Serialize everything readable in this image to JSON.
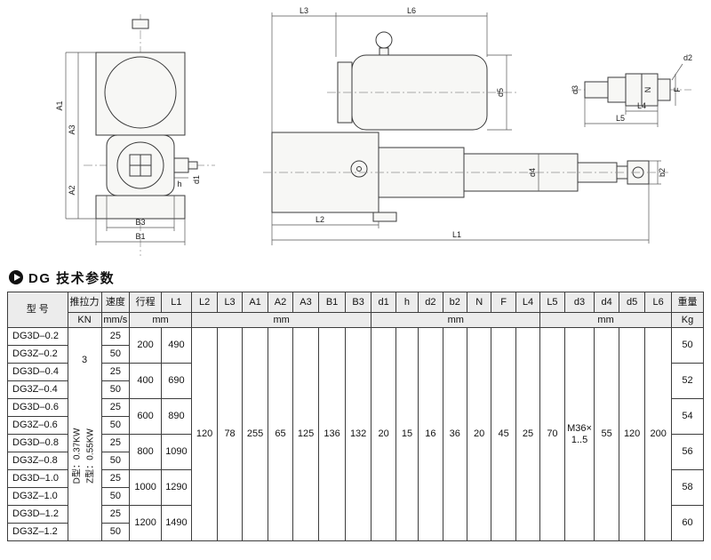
{
  "section": {
    "title": "DG 技术参数"
  },
  "drawing": {
    "front": {
      "A1": "A1",
      "A3": "A3",
      "A2": "A2",
      "B3": "B3",
      "B1": "B1",
      "h": "h",
      "d1": "d1"
    },
    "side": {
      "L3": "L3",
      "L6": "L6",
      "d5": "d5",
      "d4": "d4",
      "b2": "b2",
      "L2": "L2",
      "L1": "L1"
    },
    "detail": {
      "d2": "d2",
      "d3": "d3",
      "N": "N",
      "F": "F",
      "L4": "L4",
      "L5": "L5"
    }
  },
  "table": {
    "headers": {
      "model": "型 号",
      "force": "推拉力",
      "speed": "速度",
      "stroke": "行程",
      "L1": "L1",
      "L2": "L2",
      "L3": "L3",
      "A1": "A1",
      "A2": "A2",
      "A3": "A3",
      "B1": "B1",
      "B3": "B3",
      "d1": "d1",
      "h": "h",
      "d2": "d2",
      "b2": "b2",
      "N": "N",
      "F": "F",
      "L4": "L4",
      "L5": "L5",
      "d3": "d3",
      "d4": "d4",
      "d5": "d5",
      "L6": "L6",
      "weight": "重量"
    },
    "units": {
      "kn": "KN",
      "mms": "mm/s",
      "mm1": "mm",
      "mm2": "mm",
      "mm3": "mm",
      "mm4": "mm",
      "kg": "Kg"
    },
    "force": "3",
    "power_note": "D型：0.37KW\nZ型：0.55KW",
    "shared": {
      "L2": "120",
      "L3": "78",
      "A1": "255",
      "A2": "65",
      "A3": "125",
      "B1": "136",
      "B3": "132",
      "d1": "20",
      "h": "15",
      "d2": "16",
      "b2": "36",
      "N": "20",
      "F": "45",
      "L4": "25",
      "L5": "70",
      "d3": "M36×\n1..5",
      "d4": "55",
      "d5": "120",
      "L6": "200"
    },
    "groups": [
      {
        "stroke": "200",
        "l1": "490",
        "weight": "50"
      },
      {
        "stroke": "400",
        "l1": "690",
        "weight": "52"
      },
      {
        "stroke": "600",
        "l1": "890",
        "weight": "54"
      },
      {
        "stroke": "800",
        "l1": "1090",
        "weight": "56"
      },
      {
        "stroke": "1000",
        "l1": "1290",
        "weight": "58"
      },
      {
        "stroke": "1200",
        "l1": "1490",
        "weight": "60"
      }
    ],
    "rows": [
      {
        "model": "DG3D–0.2",
        "speed": "25"
      },
      {
        "model": "DG3Z–0.2",
        "speed": "50"
      },
      {
        "model": "DG3D–0.4",
        "speed": "25"
      },
      {
        "model": "DG3Z–0.4",
        "speed": "50"
      },
      {
        "model": "DG3D–0.6",
        "speed": "25"
      },
      {
        "model": "DG3Z–0.6",
        "speed": "50"
      },
      {
        "model": "DG3D–0.8",
        "speed": "25"
      },
      {
        "model": "DG3Z–0.8",
        "speed": "50"
      },
      {
        "model": "DG3D–1.0",
        "speed": "25"
      },
      {
        "model": "DG3Z–1.0",
        "speed": "50"
      },
      {
        "model": "DG3D–1.2",
        "speed": "25"
      },
      {
        "model": "DG3Z–1.2",
        "speed": "50"
      }
    ]
  }
}
